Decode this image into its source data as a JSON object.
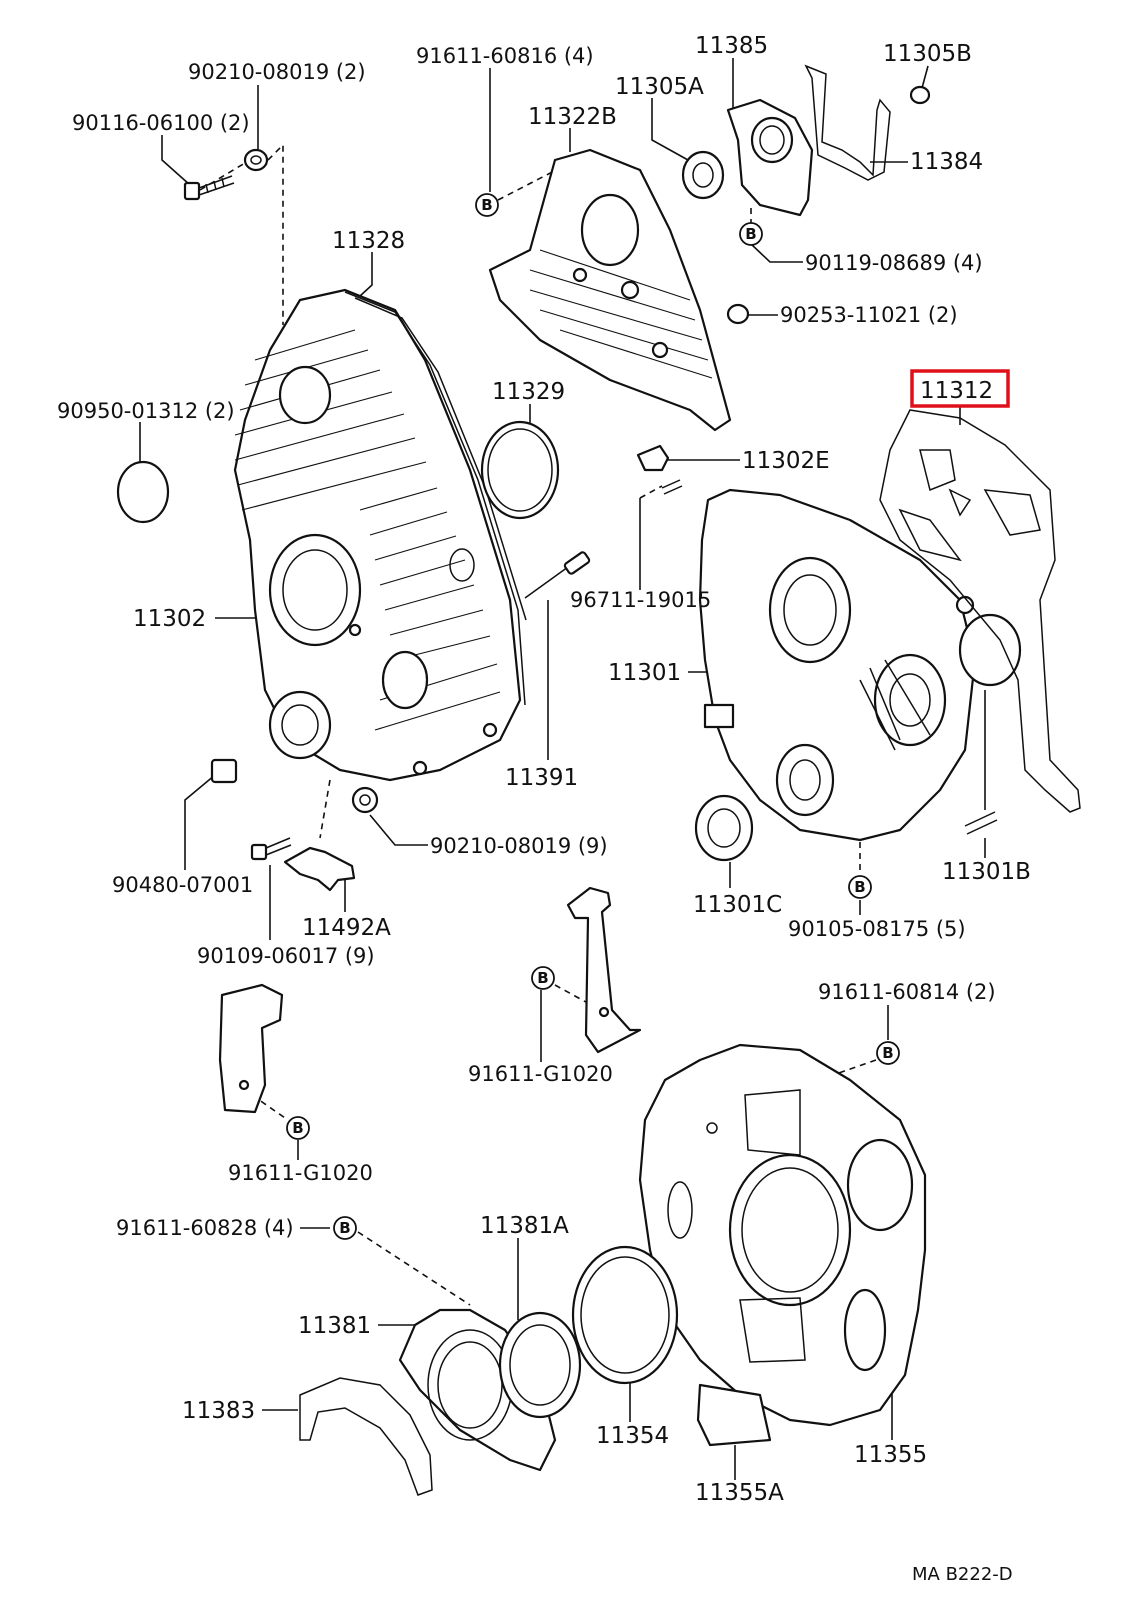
{
  "highlight_color": "#e0101a",
  "ref_mark": "B",
  "ref_code": "MA  B222-D",
  "labels": {
    "p90210_08019_2": "90210-08019 (2)",
    "p90116_06100": "90116-06100 (2)",
    "p91611_60816": "91611-60816 (4)",
    "p11322B": "11322B",
    "p11385": "11385",
    "p11305A": "11305A",
    "p11305B": "11305B",
    "p11384": "11384",
    "p90119_08689": "90119-08689 (4)",
    "p90253_11021": "90253-11021 (2)",
    "p11328": "11328",
    "p11329": "11329",
    "p11312": "11312",
    "p90950_01312": "90950-01312 (2)",
    "p11302E": "11302E",
    "p96711_19015": "96711-19015",
    "p11302": "11302",
    "p11301": "11301",
    "p11391": "11391",
    "p90480_07001": "90480-07001",
    "p90210_08019_9": "90210-08019 (9)",
    "p11492A": "11492A",
    "p90109_06017": "90109-06017 (9)",
    "p11301C": "11301C",
    "p90105_08175": "90105-08175 (5)",
    "p11301B": "11301B",
    "p91611_60814": "91611-60814 (2)",
    "p91611_G1020_a": "91611-G1020",
    "p91611_G1020_b": "91611-G1020",
    "p91611_60828": "91611-60828 (4)",
    "p11381A": "11381A",
    "p11381": "11381",
    "p11383": "11383",
    "p11354": "11354",
    "p11355A": "11355A",
    "p11355": "11355"
  }
}
